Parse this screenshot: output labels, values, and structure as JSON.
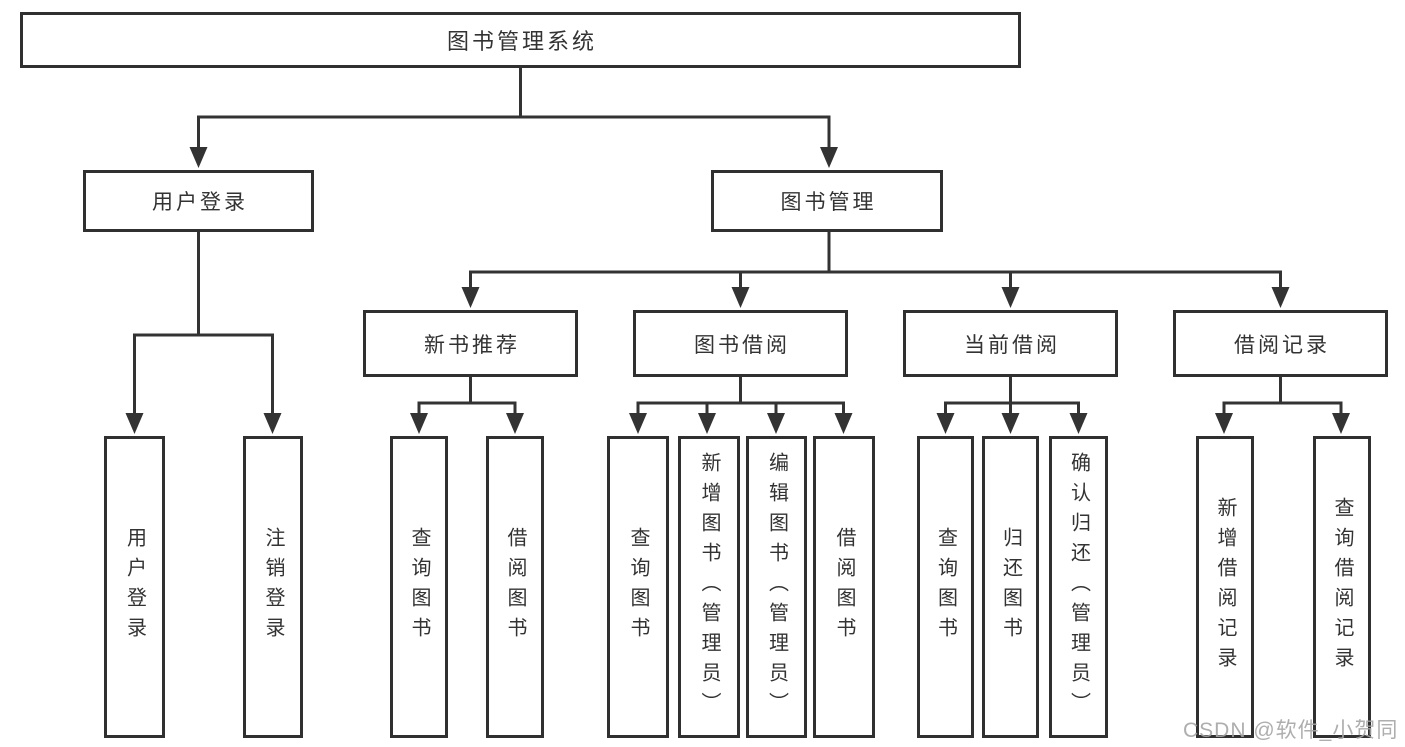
{
  "diagram": {
    "title": "图书管理系统",
    "nodes": {
      "root": {
        "label": "图书管理系统"
      },
      "userLogin": {
        "label": "用户登录"
      },
      "bookMgmt": {
        "label": "图书管理"
      },
      "newBookRec": {
        "label": "新书推荐"
      },
      "bookBorrow": {
        "label": "图书借阅"
      },
      "currentBorrow": {
        "label": "当前借阅"
      },
      "borrowRecords": {
        "label": "借阅记录"
      },
      "leafUserLogin": {
        "label": "用户登录"
      },
      "leafLogout": {
        "label": "注销登录"
      },
      "nbrQuery": {
        "label": "查询图书"
      },
      "nbrBorrow": {
        "label": "借阅图书"
      },
      "bbQuery": {
        "label": "查询图书"
      },
      "bbAdd": {
        "label": "新增图书（管理员）"
      },
      "bbEdit": {
        "label": "编辑图书（管理员）"
      },
      "bbBorrow": {
        "label": "借阅图书"
      },
      "cbQuery": {
        "label": "查询图书"
      },
      "cbReturn": {
        "label": "归还图书"
      },
      "cbConfirm": {
        "label": "确认归还（管理员）"
      },
      "brAdd": {
        "label": "新增借阅记录"
      },
      "brQuery": {
        "label": "查询借阅记录"
      }
    },
    "colors": {
      "line": "#333333",
      "boxBorder": "#303030",
      "text": "#333333",
      "watermark": "#a5a5a5",
      "background": "#ffffff"
    }
  },
  "watermark": {
    "text": "CSDN @软件_小贺同学"
  }
}
